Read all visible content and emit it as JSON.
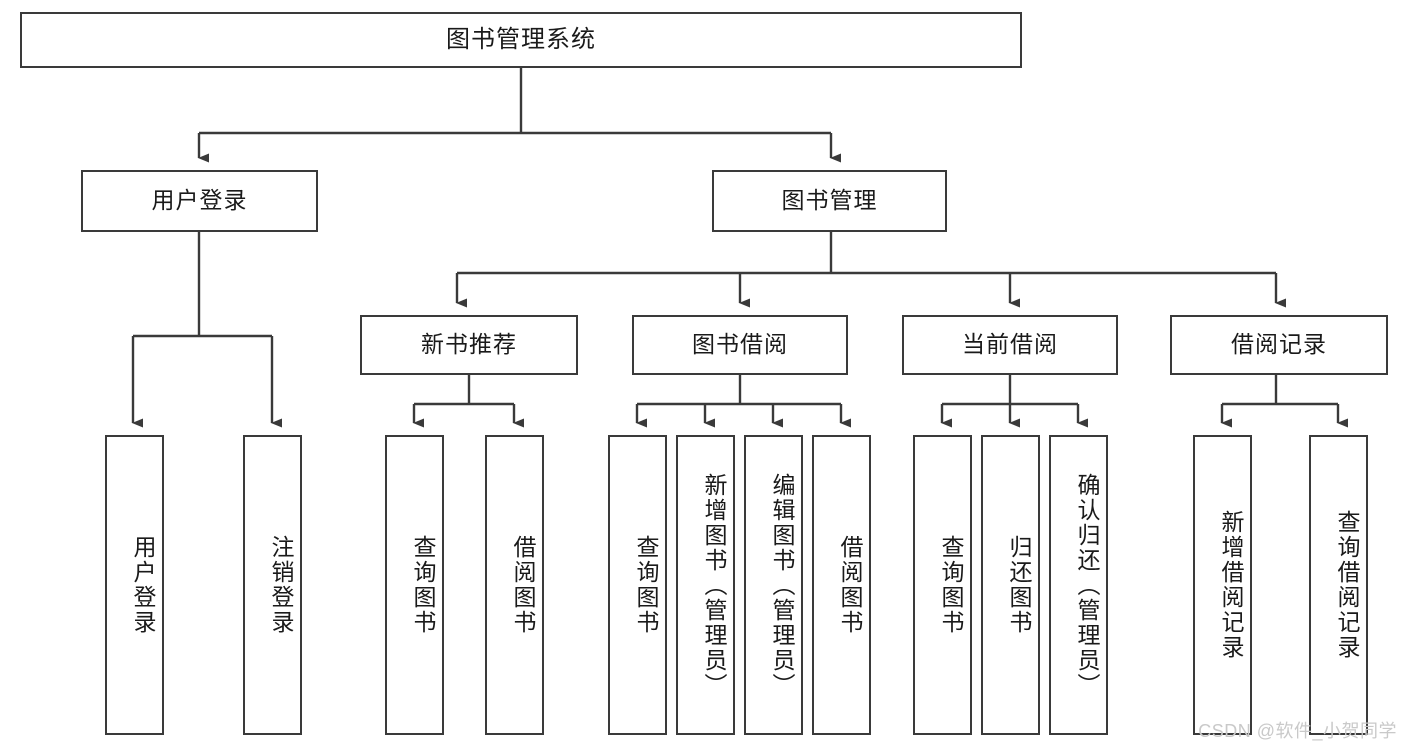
{
  "diagram": {
    "title": "图书管理系统",
    "type": "hierarchy-tree",
    "root": {
      "id": "root",
      "label": "图书管理系统"
    },
    "level1": [
      {
        "id": "user-login",
        "label": "用户登录"
      },
      {
        "id": "book-manage",
        "label": "图书管理"
      }
    ],
    "level2": [
      {
        "id": "new-book-rec",
        "label": "新书推荐",
        "parent": "book-manage"
      },
      {
        "id": "book-borrow",
        "label": "图书借阅",
        "parent": "book-manage"
      },
      {
        "id": "current-borrow",
        "label": "当前借阅",
        "parent": "book-manage"
      },
      {
        "id": "borrow-record",
        "label": "借阅记录",
        "parent": "book-manage"
      }
    ],
    "leaves": [
      {
        "id": "leaf-user-login",
        "label": "用户登录",
        "parent": "user-login"
      },
      {
        "id": "leaf-logout",
        "label": "注销登录",
        "parent": "user-login"
      },
      {
        "id": "leaf-query-book-1",
        "label": "查询图书",
        "parent": "new-book-rec"
      },
      {
        "id": "leaf-borrow-book-1",
        "label": "借阅图书",
        "parent": "new-book-rec"
      },
      {
        "id": "leaf-query-book-2",
        "label": "查询图书",
        "parent": "book-borrow"
      },
      {
        "id": "leaf-add-book",
        "label": "新增图书（管理员）",
        "parent": "book-borrow"
      },
      {
        "id": "leaf-edit-book",
        "label": "编辑图书（管理员）",
        "parent": "book-borrow"
      },
      {
        "id": "leaf-borrow-book-2",
        "label": "借阅图书",
        "parent": "book-borrow"
      },
      {
        "id": "leaf-query-book-3",
        "label": "查询图书",
        "parent": "current-borrow"
      },
      {
        "id": "leaf-return-book",
        "label": "归还图书",
        "parent": "current-borrow"
      },
      {
        "id": "leaf-confirm-return",
        "label": "确认归还（管理员）",
        "parent": "current-borrow"
      },
      {
        "id": "leaf-add-record",
        "label": "新增借阅记录",
        "parent": "borrow-record"
      },
      {
        "id": "leaf-query-record",
        "label": "查询借阅记录",
        "parent": "borrow-record"
      }
    ],
    "watermark": "CSDN @软件_小贺同学",
    "colors": {
      "stroke": "#3a3a3a",
      "text": "#1a1a1a",
      "background": "#ffffff",
      "watermark": "#c9c9c9"
    }
  }
}
